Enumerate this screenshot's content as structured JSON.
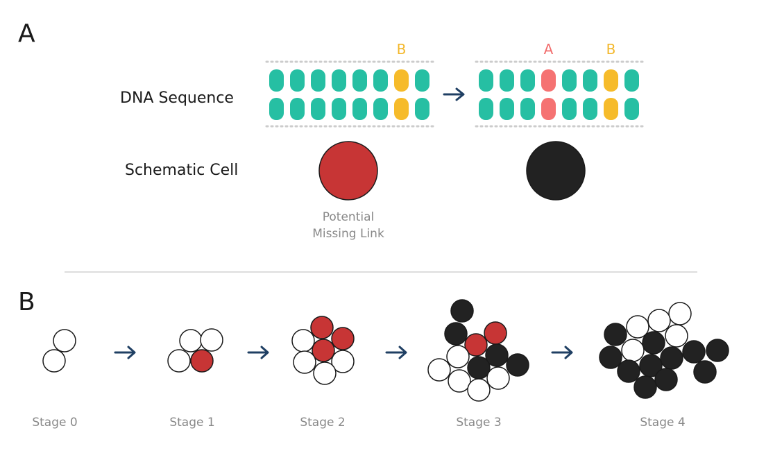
{
  "panels": {
    "a": "A",
    "b": "B"
  },
  "rows": {
    "dna": "DNA Sequence",
    "cell": "Schematic Cell"
  },
  "dna": {
    "before": {
      "bases": [
        "teal",
        "teal",
        "teal",
        "teal",
        "teal",
        "teal",
        "yellow",
        "teal"
      ],
      "labels": [
        "B"
      ],
      "label_positions": [
        6
      ]
    },
    "after": {
      "bases": [
        "teal",
        "teal",
        "teal",
        "red",
        "teal",
        "teal",
        "yellow",
        "teal"
      ],
      "labels": [
        "A",
        "B"
      ],
      "label_positions": [
        3,
        6
      ]
    }
  },
  "cells": {
    "before_color": "red",
    "after_color": "black",
    "caption_line1": "Potential",
    "caption_line2": "Missing Link"
  },
  "stages": [
    {
      "label": "Stage 0"
    },
    {
      "label": "Stage 1"
    },
    {
      "label": "Stage 2"
    },
    {
      "label": "Stage 3"
    },
    {
      "label": "Stage 4"
    }
  ],
  "colors": {
    "teal": "#26bfa3",
    "yellow": "#f6bb2a",
    "red_base": "#f57272",
    "red_cell": "#c73535",
    "black_cell": "#222222",
    "white_cell": "#ffffff",
    "arrow": "#1f3f63",
    "label_A": "#f16b6b",
    "label_B": "#f3b72a"
  }
}
